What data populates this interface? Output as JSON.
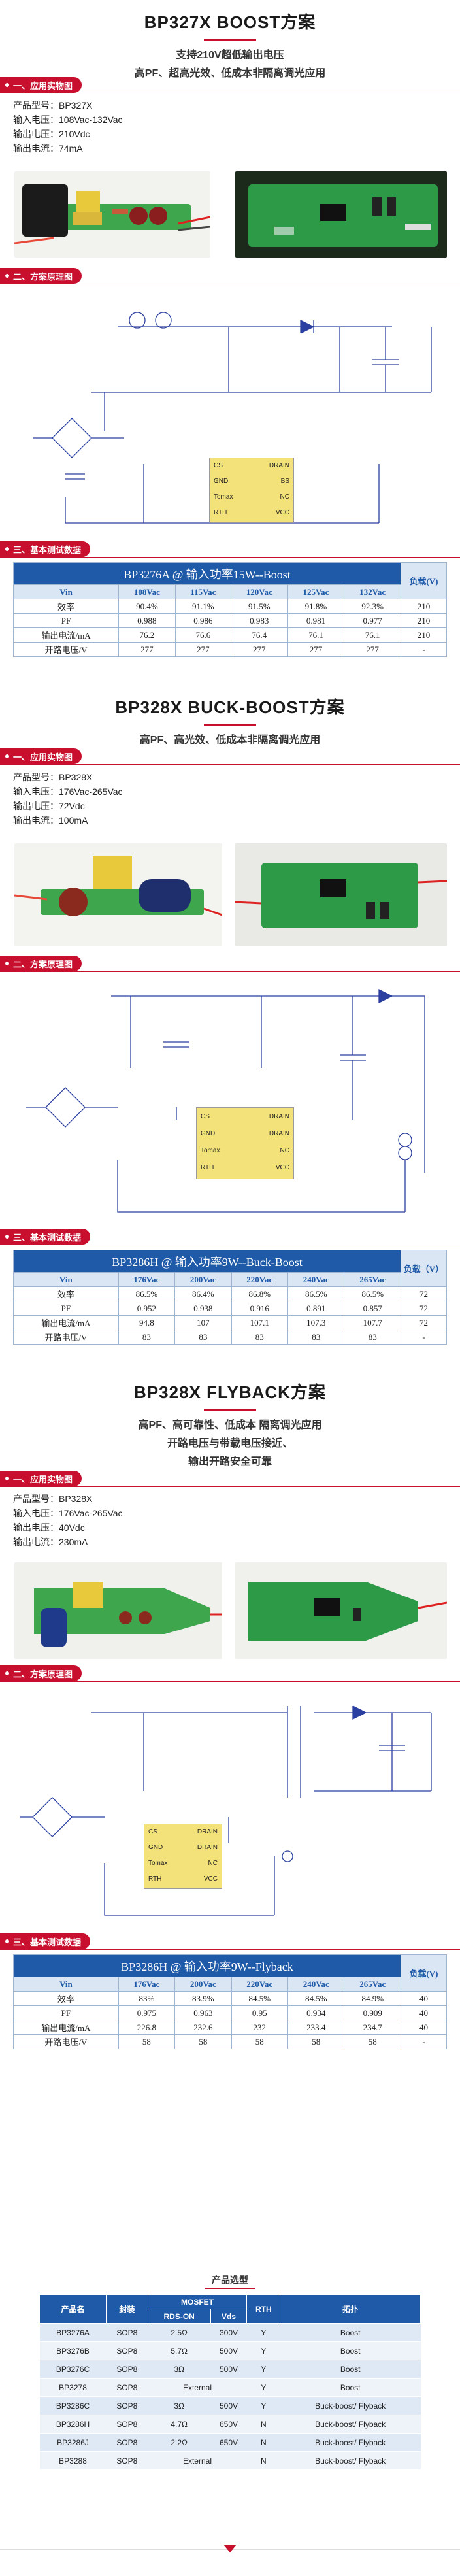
{
  "s1": {
    "title": "BP327X BOOST方案",
    "subtitle_lines": [
      "支持210V超低输出电压",
      "高PF、超高光效、低成本非隔离调光应用"
    ],
    "sec_photo": "一、应用实物图",
    "info": [
      "产品型号：BP327X",
      "输入电压：108Vac-132Vac",
      "输出电压：210Vdc",
      "输出电流：74mA"
    ],
    "sec_schem": "二、方案原理图",
    "sec_data": "三、基本测试数据",
    "table": {
      "caption": "BP3276A @ 输入功率15W--Boost",
      "load_header": "负载(V)",
      "headers": [
        "Vin",
        "108Vac",
        "115Vac",
        "120Vac",
        "125Vac",
        "132Vac"
      ],
      "rows": [
        {
          "label": "效率",
          "values": [
            "90.4%",
            "91.1%",
            "91.5%",
            "91.8%",
            "92.3%"
          ],
          "load": "210"
        },
        {
          "label": "PF",
          "values": [
            "0.988",
            "0.986",
            "0.983",
            "0.981",
            "0.977"
          ],
          "load": "210"
        },
        {
          "label": "输出电流/mA",
          "values": [
            "76.2",
            "76.6",
            "76.4",
            "76.1",
            "76.1"
          ],
          "load": "210"
        },
        {
          "label": "开路电压/V",
          "values": [
            "277",
            "277",
            "277",
            "277",
            "277"
          ],
          "load": "-"
        }
      ]
    },
    "ic": {
      "pins_left": [
        "CS",
        "GND",
        "Tomax",
        "RTH"
      ],
      "pins_right": [
        "DRAIN",
        "BS",
        "NC",
        "VCC"
      ]
    }
  },
  "s2": {
    "title": "BP328X BUCK-BOOST方案",
    "subtitle_lines": [
      "高PF、高光效、低成本非隔离调光应用"
    ],
    "sec_photo": "一、应用实物图",
    "info": [
      "产品型号：BP328X",
      "输入电压：176Vac-265Vac",
      "输出电压：72Vdc",
      "输出电流：100mA"
    ],
    "sec_schem": "二、方案原理图",
    "sec_data": "三、基本测试数据",
    "table": {
      "caption": "BP3286H @ 输入功率9W--Buck-Boost",
      "load_header": "负载（V）",
      "headers": [
        "Vin",
        "176Vac",
        "200Vac",
        "220Vac",
        "240Vac",
        "265Vac"
      ],
      "rows": [
        {
          "label": "效率",
          "values": [
            "86.5%",
            "86.4%",
            "86.8%",
            "86.5%",
            "86.5%"
          ],
          "load": "72"
        },
        {
          "label": "PF",
          "values": [
            "0.952",
            "0.938",
            "0.916",
            "0.891",
            "0.857"
          ],
          "load": "72"
        },
        {
          "label": "输出电流/mA",
          "values": [
            "94.8",
            "107",
            "107.1",
            "107.3",
            "107.7"
          ],
          "load": "72"
        },
        {
          "label": "开路电压/V",
          "values": [
            "83",
            "83",
            "83",
            "83",
            "83"
          ],
          "load": "-"
        }
      ]
    },
    "ic": {
      "pins_left": [
        "CS",
        "GND",
        "Tomax",
        "RTH"
      ],
      "pins_right": [
        "DRAIN",
        "DRAIN",
        "NC",
        "VCC"
      ]
    }
  },
  "s3": {
    "title": "BP328X FLYBACK方案",
    "subtitle_lines": [
      "高PF、高可靠性、低成本 隔离调光应用",
      "开路电压与带载电压接近、",
      "输出开路安全可靠"
    ],
    "sec_photo": "一、应用实物图",
    "info": [
      "产品型号：BP328X",
      "输入电压：176Vac-265Vac",
      "输出电压：40Vdc",
      "输出电流：230mA"
    ],
    "sec_schem": "二、方案原理图",
    "sec_data": "三、基本测试数据",
    "table": {
      "caption": "BP3286H @ 输入功率9W--Flyback",
      "load_header": "负载(V)",
      "headers": [
        "Vin",
        "176Vac",
        "200Vac",
        "220Vac",
        "240Vac",
        "265Vac"
      ],
      "rows": [
        {
          "label": "效率",
          "values": [
            "83%",
            "83.9%",
            "84.5%",
            "84.5%",
            "84.9%"
          ],
          "load": "40"
        },
        {
          "label": "PF",
          "values": [
            "0.975",
            "0.963",
            "0.95",
            "0.934",
            "0.909"
          ],
          "load": "40"
        },
        {
          "label": "输出电流/mA",
          "values": [
            "226.8",
            "232.6",
            "232",
            "233.4",
            "234.7"
          ],
          "load": "40"
        },
        {
          "label": "开路电压/V",
          "values": [
            "58",
            "58",
            "58",
            "58",
            "58"
          ],
          "load": "-"
        }
      ]
    },
    "ic": {
      "pins_left": [
        "CS",
        "GND",
        "Tomax",
        "RTH"
      ],
      "pins_right": [
        "DRAIN",
        "DRAIN",
        "NC",
        "VCC"
      ]
    }
  },
  "selection": {
    "title": "产品选型",
    "headers": {
      "product": "产品名",
      "package": "封装",
      "mosfet": "MOSFET",
      "rdson": "RDS-ON",
      "vds": "Vds",
      "rth": "RTH",
      "topology": "拓扑"
    },
    "rows": [
      {
        "product": "BP3276A",
        "package": "SOP8",
        "rdson": "2.5Ω",
        "vds": "300V",
        "rth": "Y",
        "topology": "Boost"
      },
      {
        "product": "BP3276B",
        "package": "SOP8",
        "rdson": "5.7Ω",
        "vds": "500V",
        "rth": "Y",
        "topology": "Boost"
      },
      {
        "product": "BP3276C",
        "package": "SOP8",
        "rdson": "3Ω",
        "vds": "500V",
        "rth": "Y",
        "topology": "Boost"
      },
      {
        "product": "BP3278",
        "package": "SOP8",
        "external": "External",
        "rth": "Y",
        "topology": "Boost"
      },
      {
        "product": "BP3286C",
        "package": "SOP8",
        "rdson": "3Ω",
        "vds": "500V",
        "rth": "Y",
        "topology": "Buck-boost/ Flyback"
      },
      {
        "product": "BP3286H",
        "package": "SOP8",
        "rdson": "4.7Ω",
        "vds": "650V",
        "rth": "N",
        "topology": "Buck-boost/ Flyback"
      },
      {
        "product": "BP3286J",
        "package": "SOP8",
        "rdson": "2.2Ω",
        "vds": "650V",
        "rth": "N",
        "topology": "Buck-boost/ Flyback"
      },
      {
        "product": "BP3288",
        "package": "SOP8",
        "external": "External",
        "rth": "N",
        "topology": "Buck-boost/ Flyback"
      }
    ]
  },
  "colors": {
    "accent": "#c8102e",
    "table_blue": "#1f5aa8",
    "pcb_green": "#2e9a4a"
  }
}
